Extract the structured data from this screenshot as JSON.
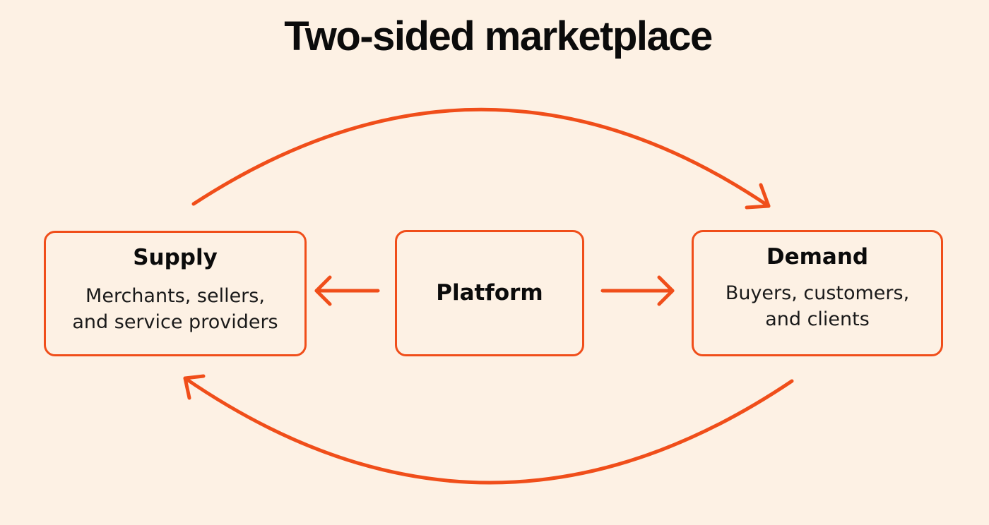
{
  "title": "Two-sided marketplace",
  "nodes": {
    "supply": {
      "heading": "Supply",
      "description": "Merchants, sellers,\nand service providers"
    },
    "platform": {
      "heading": "Platform"
    },
    "demand": {
      "heading": "Demand",
      "description": "Buyers, customers,\nand clients"
    }
  },
  "colors": {
    "background": "#fdf1e4",
    "accent": "#f04e1a",
    "text": "#0b0b0b"
  }
}
